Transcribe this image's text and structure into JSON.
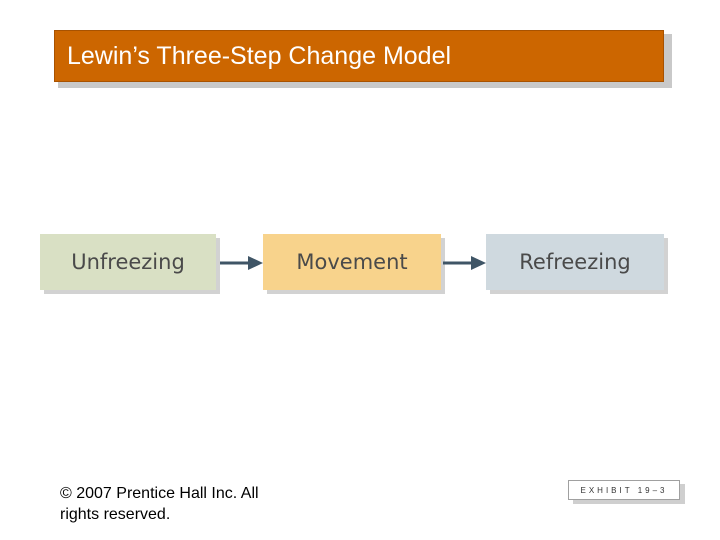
{
  "title": "Lewin’s Three-Step Change Model",
  "steps": [
    {
      "label": "Unfreezing",
      "color": "#d9e0c4"
    },
    {
      "label": "Movement",
      "color": "#f8d38c"
    },
    {
      "label": "Refreezing",
      "color": "#cfd9df"
    }
  ],
  "footer": {
    "copyright": "© 2007 Prentice Hall Inc. All rights reserved.",
    "exhibit": "EXHIBIT 19–3"
  },
  "colors": {
    "title_bar": "#cc6600",
    "arrow": "#3f5566"
  }
}
